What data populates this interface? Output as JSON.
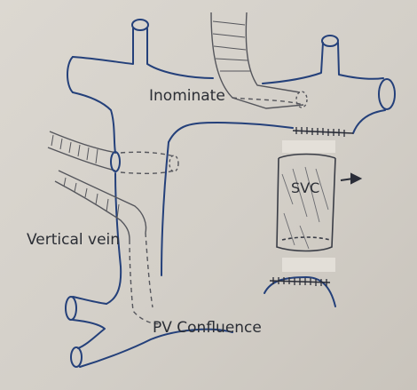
{
  "labels": {
    "innominate": "Inominate",
    "svc": "SVC",
    "vertical_vein": "Vertical vein",
    "pv_confluence": "PV Confluence"
  },
  "colors": {
    "ink_blue": "#24407a",
    "pencil_gray": "#55565c",
    "paper": "#d6d2cb"
  }
}
